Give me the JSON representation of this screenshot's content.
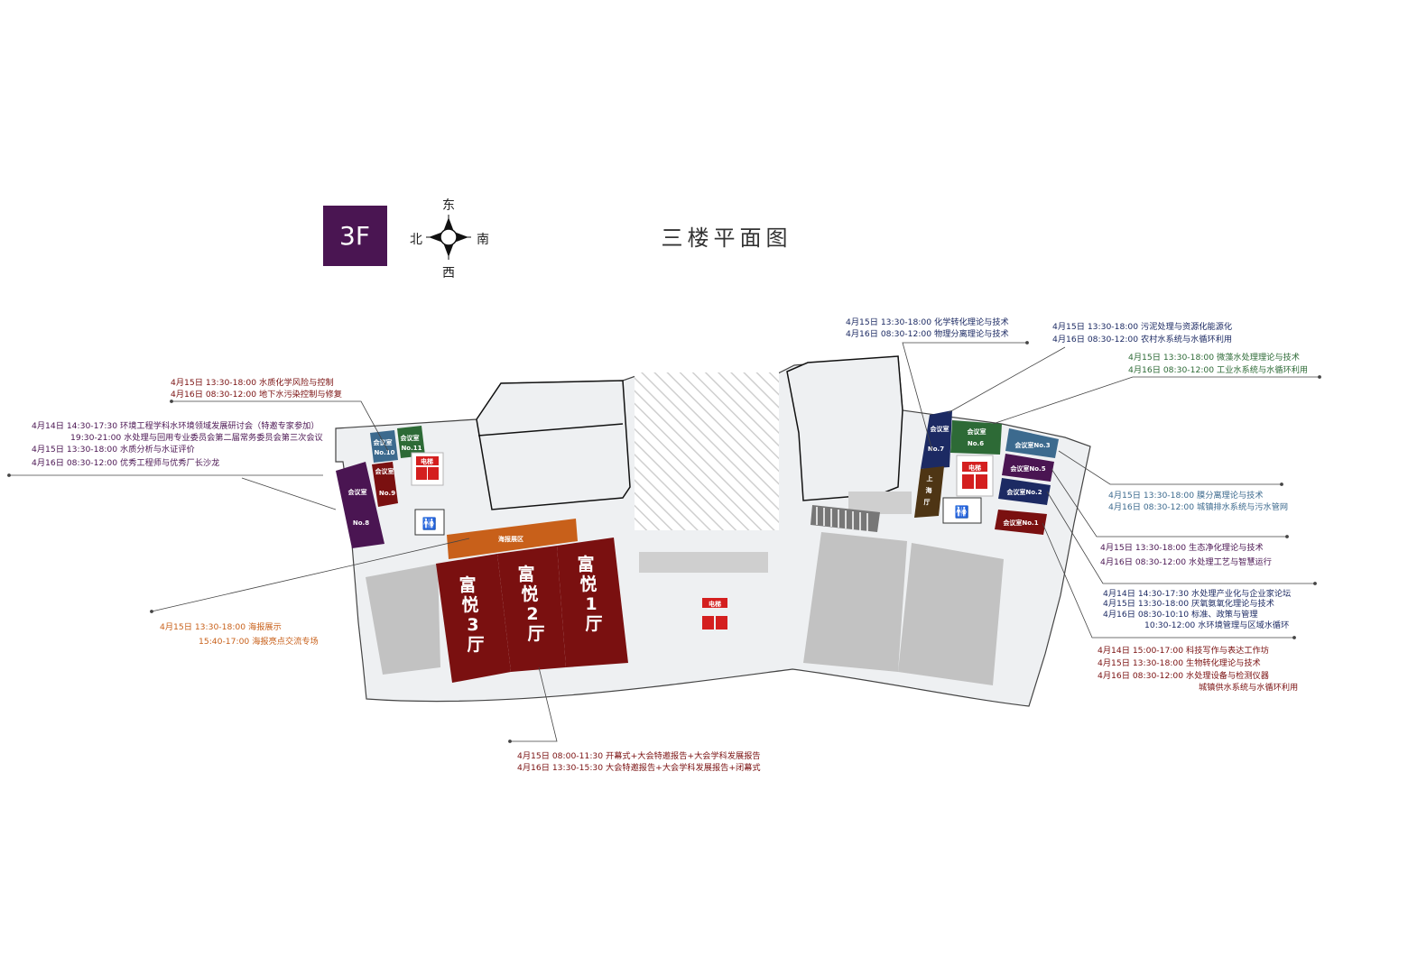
{
  "title": "三楼平面图",
  "floor_badge": "3F",
  "compass": {
    "north": "北",
    "east": "东",
    "south": "南",
    "west": "西"
  },
  "colors": {
    "purple": "#4a1552",
    "maroon": "#7a1010",
    "blue": "#3c6a8e",
    "green": "#2d6a36",
    "navy": "#1c2a63",
    "brown": "#4e3514",
    "orange": "#c8601a",
    "red": "#d41f1f",
    "floor": "#eef0f2",
    "gray_block": "#c2c2c2"
  },
  "rooms": {
    "no8_l1": "会议室",
    "no8_l2": "No.8",
    "no9_l1": "会议室",
    "no9_l2": "No.9",
    "no10_l1": "会议室",
    "no10_l2": "No.10",
    "no11_l1": "会议室",
    "no11_l2": "No.11",
    "no7_l1": "会议室",
    "no7_l2": "No.7",
    "no6_l1": "会议室",
    "no6_l2": "No.6",
    "no3": "会议室No.3",
    "no5": "会议室No.5",
    "no2": "会议室No.2",
    "no1": "会议室No.1",
    "shanghai_l1": "上",
    "shanghai_l2": "海",
    "shanghai_l3": "厅",
    "hall3_l1": "富",
    "hall3_l2": "悦",
    "hall3_l3": "3",
    "hall3_l4": "厅",
    "hall2_l1": "富",
    "hall2_l2": "悦",
    "hall2_l3": "2",
    "hall2_l4": "厅",
    "hall1_l1": "富",
    "hall1_l2": "悦",
    "hall1_l3": "1",
    "hall1_l4": "厅",
    "poster_area": "海报展区",
    "elevator_left": "电梯",
    "elevator_right": "电梯",
    "elevator_center": "电梯"
  },
  "annotations": {
    "a1": [
      "4月15日  13:30-18:00  水质化学风险与控制",
      "4月16日  08:30-12:00  地下水污染控制与修复"
    ],
    "a2": [
      "4月14日  14:30-17:30  环境工程学科水环境领域发展研讨会（特邀专家参加）",
      "19:30-21:00  水处理与回用专业委员会第二届常务委员会第三次会议",
      "4月15日  13:30-18:00  水质分析与水证评价",
      "4月16日  08:30-12:00  优秀工程师与优秀厂长沙龙"
    ],
    "a3": [
      "4月15日  13:30-18:00  海报展示",
      "15:40-17:00  海报亮点交流专场"
    ],
    "a4": [
      "4月15日  08:00-11:30  开幕式+大会特邀报告+大会学科发展报告",
      "4月16日  13:30-15:30  大会特邀报告+大会学科发展报告+闭幕式"
    ],
    "a5": [
      "4月15日  13:30-18:00  化学转化理论与技术",
      "4月16日  08:30-12:00  物理分离理论与技术"
    ],
    "a6": [
      "4月15日  13:30-18:00 污泥处理与资源化能源化",
      "4月16日  08:30-12:00 农村水系统与水循环利用"
    ],
    "a7": [
      "4月15日  13:30-18:00 微藻水处理理论与技术",
      "4月16日  08:30-12:00 工业水系统与水循环利用"
    ],
    "a8": [
      "4月15日  13:30-18:00  膜分离理论与技术",
      "4月16日  08:30-12:00  城镇排水系统与污水管网"
    ],
    "a9": [
      "4月15日  13:30-18:00  生态净化理论与技术",
      "4月16日  08:30-12:00  水处理工艺与智慧运行"
    ],
    "a10": [
      "4月14日  14:30-17:30  水处理产业化与企业家论坛",
      "4月15日  13:30-18:00  厌氧氨氧化理论与技术",
      "4月16日  08:30-10:10  标准、政策与管理",
      "10:30-12:00  水环境管理与区域水循环"
    ],
    "a11": [
      "4月14日  15:00-17:00  科技写作与表达工作坊",
      "4月15日  13:30-18:00  生物转化理论与技术",
      "4月16日  08:30-12:00 水处理设备与检测仪器",
      "城镇供水系统与水循环利用"
    ]
  }
}
